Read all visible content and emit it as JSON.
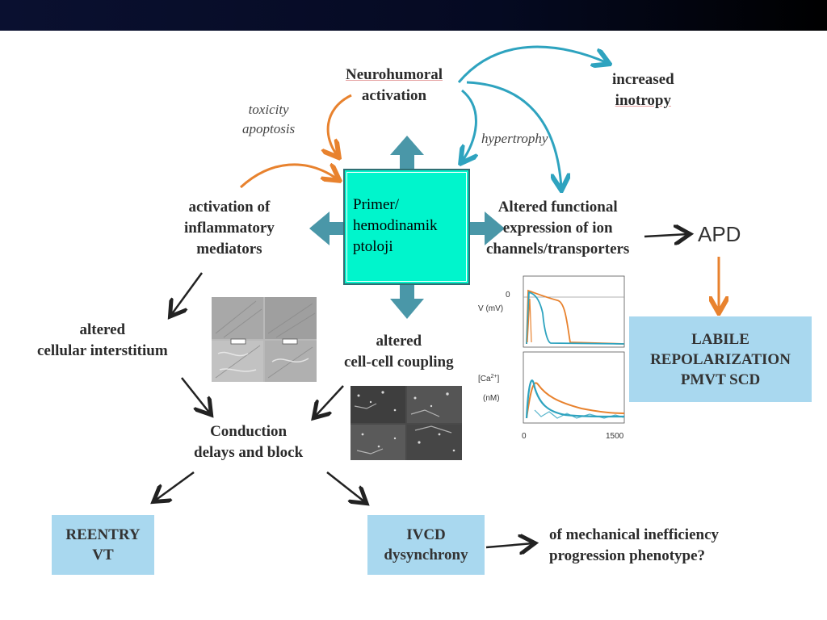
{
  "center": {
    "lines": [
      "Primer/",
      "hemodinamik",
      "ptoloji"
    ]
  },
  "nodes": {
    "neurohumoral": [
      "Neurohumoral",
      "activation"
    ],
    "increased_inotropy": [
      "increased",
      "inotropy"
    ],
    "toxicity": [
      "toxicity",
      "apoptosis"
    ],
    "hypertrophy": "hypertrophy",
    "inflammatory": [
      "activation of",
      "inflammatory",
      "mediators"
    ],
    "ion_channels": [
      "Altered functional",
      "expression of ion",
      "channels/transporters"
    ],
    "apd": "APD",
    "interstitium": [
      "altered",
      "cellular interstitium"
    ],
    "coupling": [
      "altered",
      "cell-cell coupling"
    ],
    "conduction": [
      "Conduction",
      "delays and block"
    ],
    "mechanical": [
      "of mechanical inefficiency",
      "progression phenotype?"
    ]
  },
  "boxes": {
    "labile": [
      "LABILE",
      "REPOLARIZATION",
      "PMVT SCD"
    ],
    "reentry": [
      "REENTRY",
      "VT"
    ],
    "ivcd": [
      "IVCD",
      "dysynchrony"
    ]
  },
  "graph": {
    "v_label": "V (mV)",
    "v_zero": "0",
    "ca_label_1": "[Ca",
    "ca_sup": "2+",
    "ca_label_2": "]",
    "ca_unit": "(nM)",
    "x_ticks": [
      "0",
      "1500"
    ]
  },
  "colors": {
    "orange": "#e8822e",
    "teal": "#2ea3bf",
    "center": "#00f5cc",
    "box": "#a9d8ef"
  }
}
